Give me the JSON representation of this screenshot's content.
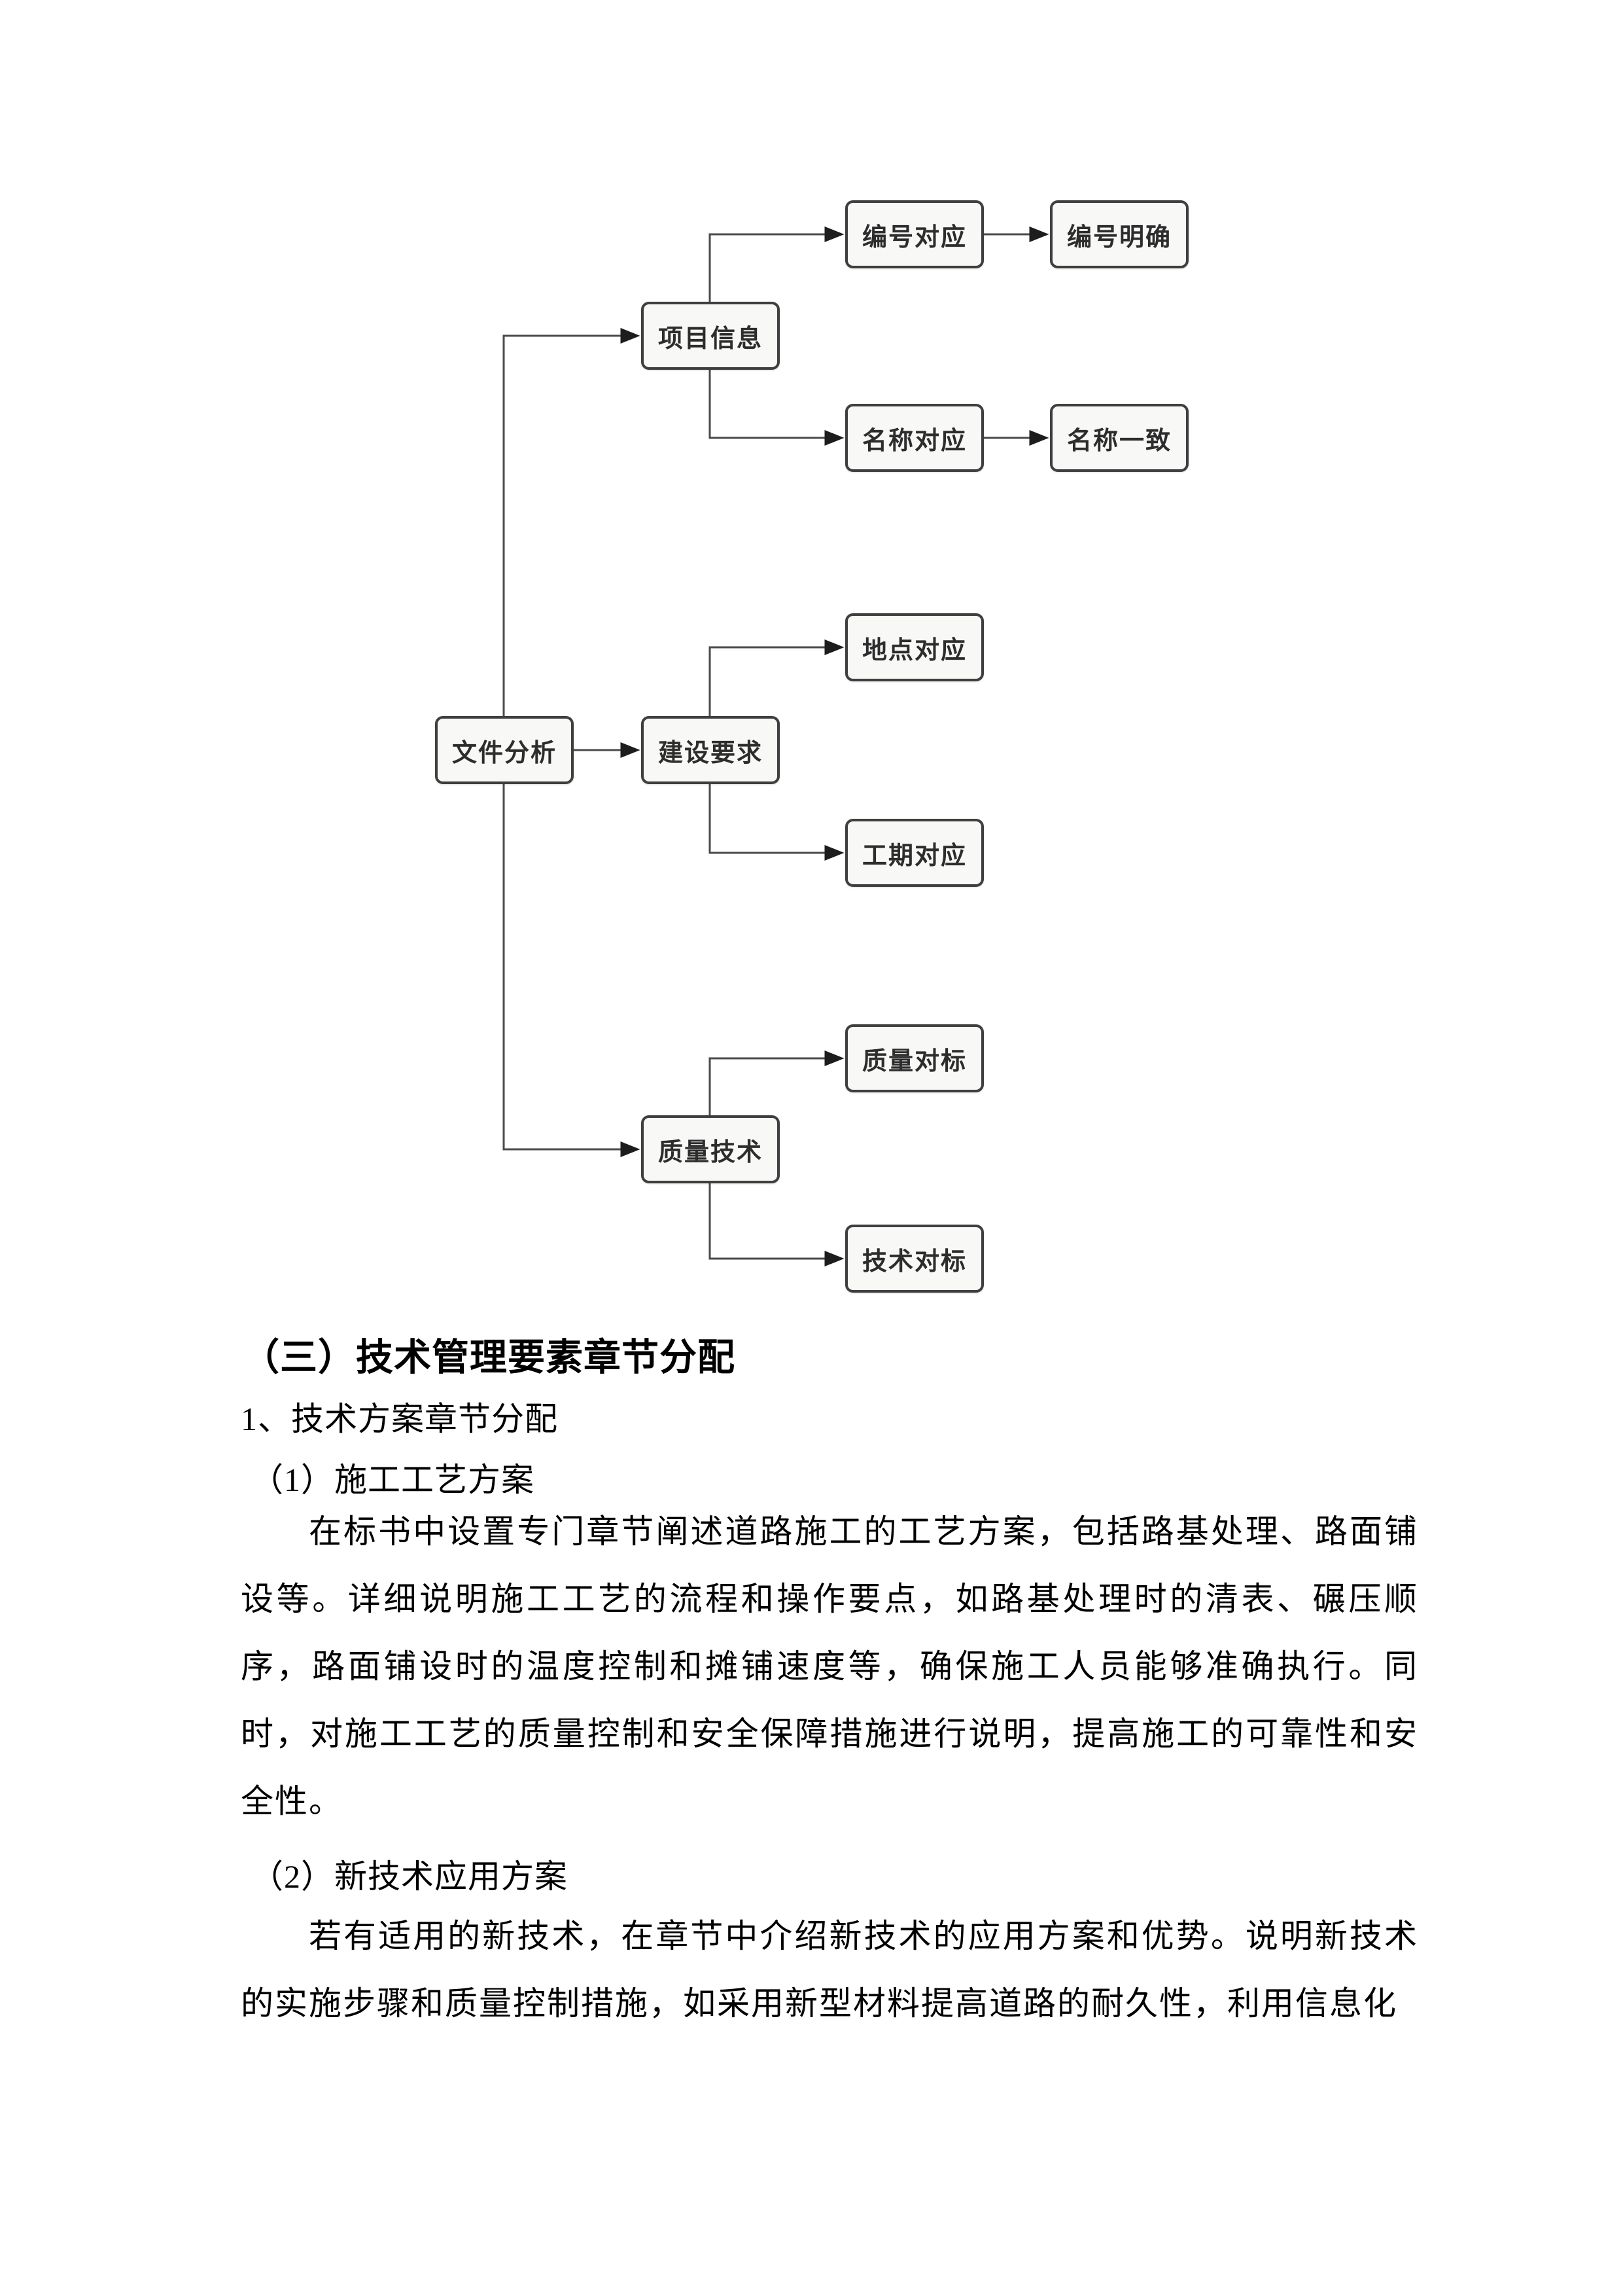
{
  "flowchart": {
    "nodes": [
      {
        "id": "root",
        "label": "文件分析"
      },
      {
        "id": "project-info",
        "label": "项目信息"
      },
      {
        "id": "construction-req",
        "label": "建设要求"
      },
      {
        "id": "quality-tech",
        "label": "质量技术"
      },
      {
        "id": "number-match",
        "label": "编号对应"
      },
      {
        "id": "number-clear",
        "label": "编号明确"
      },
      {
        "id": "name-match",
        "label": "名称对应"
      },
      {
        "id": "name-consistent",
        "label": "名称一致"
      },
      {
        "id": "location-match",
        "label": "地点对应"
      },
      {
        "id": "duration-match",
        "label": "工期对应"
      },
      {
        "id": "quality-benchmark",
        "label": "质量对标"
      },
      {
        "id": "tech-benchmark",
        "label": "技术对标"
      }
    ],
    "edges": [
      {
        "from": "文件分析",
        "to": "项目信息"
      },
      {
        "from": "文件分析",
        "to": "建设要求"
      },
      {
        "from": "文件分析",
        "to": "质量技术"
      },
      {
        "from": "项目信息",
        "to": "编号对应"
      },
      {
        "from": "项目信息",
        "to": "名称对应"
      },
      {
        "from": "编号对应",
        "to": "编号明确"
      },
      {
        "from": "名称对应",
        "to": "名称一致"
      },
      {
        "from": "建设要求",
        "to": "地点对应"
      },
      {
        "from": "建设要求",
        "to": "工期对应"
      },
      {
        "from": "质量技术",
        "to": "质量对标"
      },
      {
        "from": "质量技术",
        "to": "技术对标"
      }
    ]
  },
  "document": {
    "section_heading": "（三）技术管理要素章节分配",
    "sub_heading": "1、技术方案章节分配",
    "item_1_heading": "（1）施工工艺方案",
    "paragraph_1": "在标书中设置专门章节阐述道路施工的工艺方案，包括路基处理、路面铺设等。详细说明施工工艺的流程和操作要点，如路基处理时的清表、碾压顺序，路面铺设时的温度控制和摊铺速度等，确保施工人员能够准确执行。同时，对施工工艺的质量控制和安全保障措施进行说明，提高施工的可靠性和安全性。",
    "item_2_heading": "（2）新技术应用方案",
    "paragraph_2": "若有适用的新技术，在章节中介绍新技术的应用方案和优势。说明新技术的实施步骤和质量控制措施，如采用新型材料提高道路的耐久性，利用信息化"
  },
  "colors": {
    "page_background": "#ffffff",
    "node_border": "#3f3f3f",
    "node_fill": "#f8f8f6",
    "connector": "#4a4a4a",
    "text": "#000000"
  }
}
